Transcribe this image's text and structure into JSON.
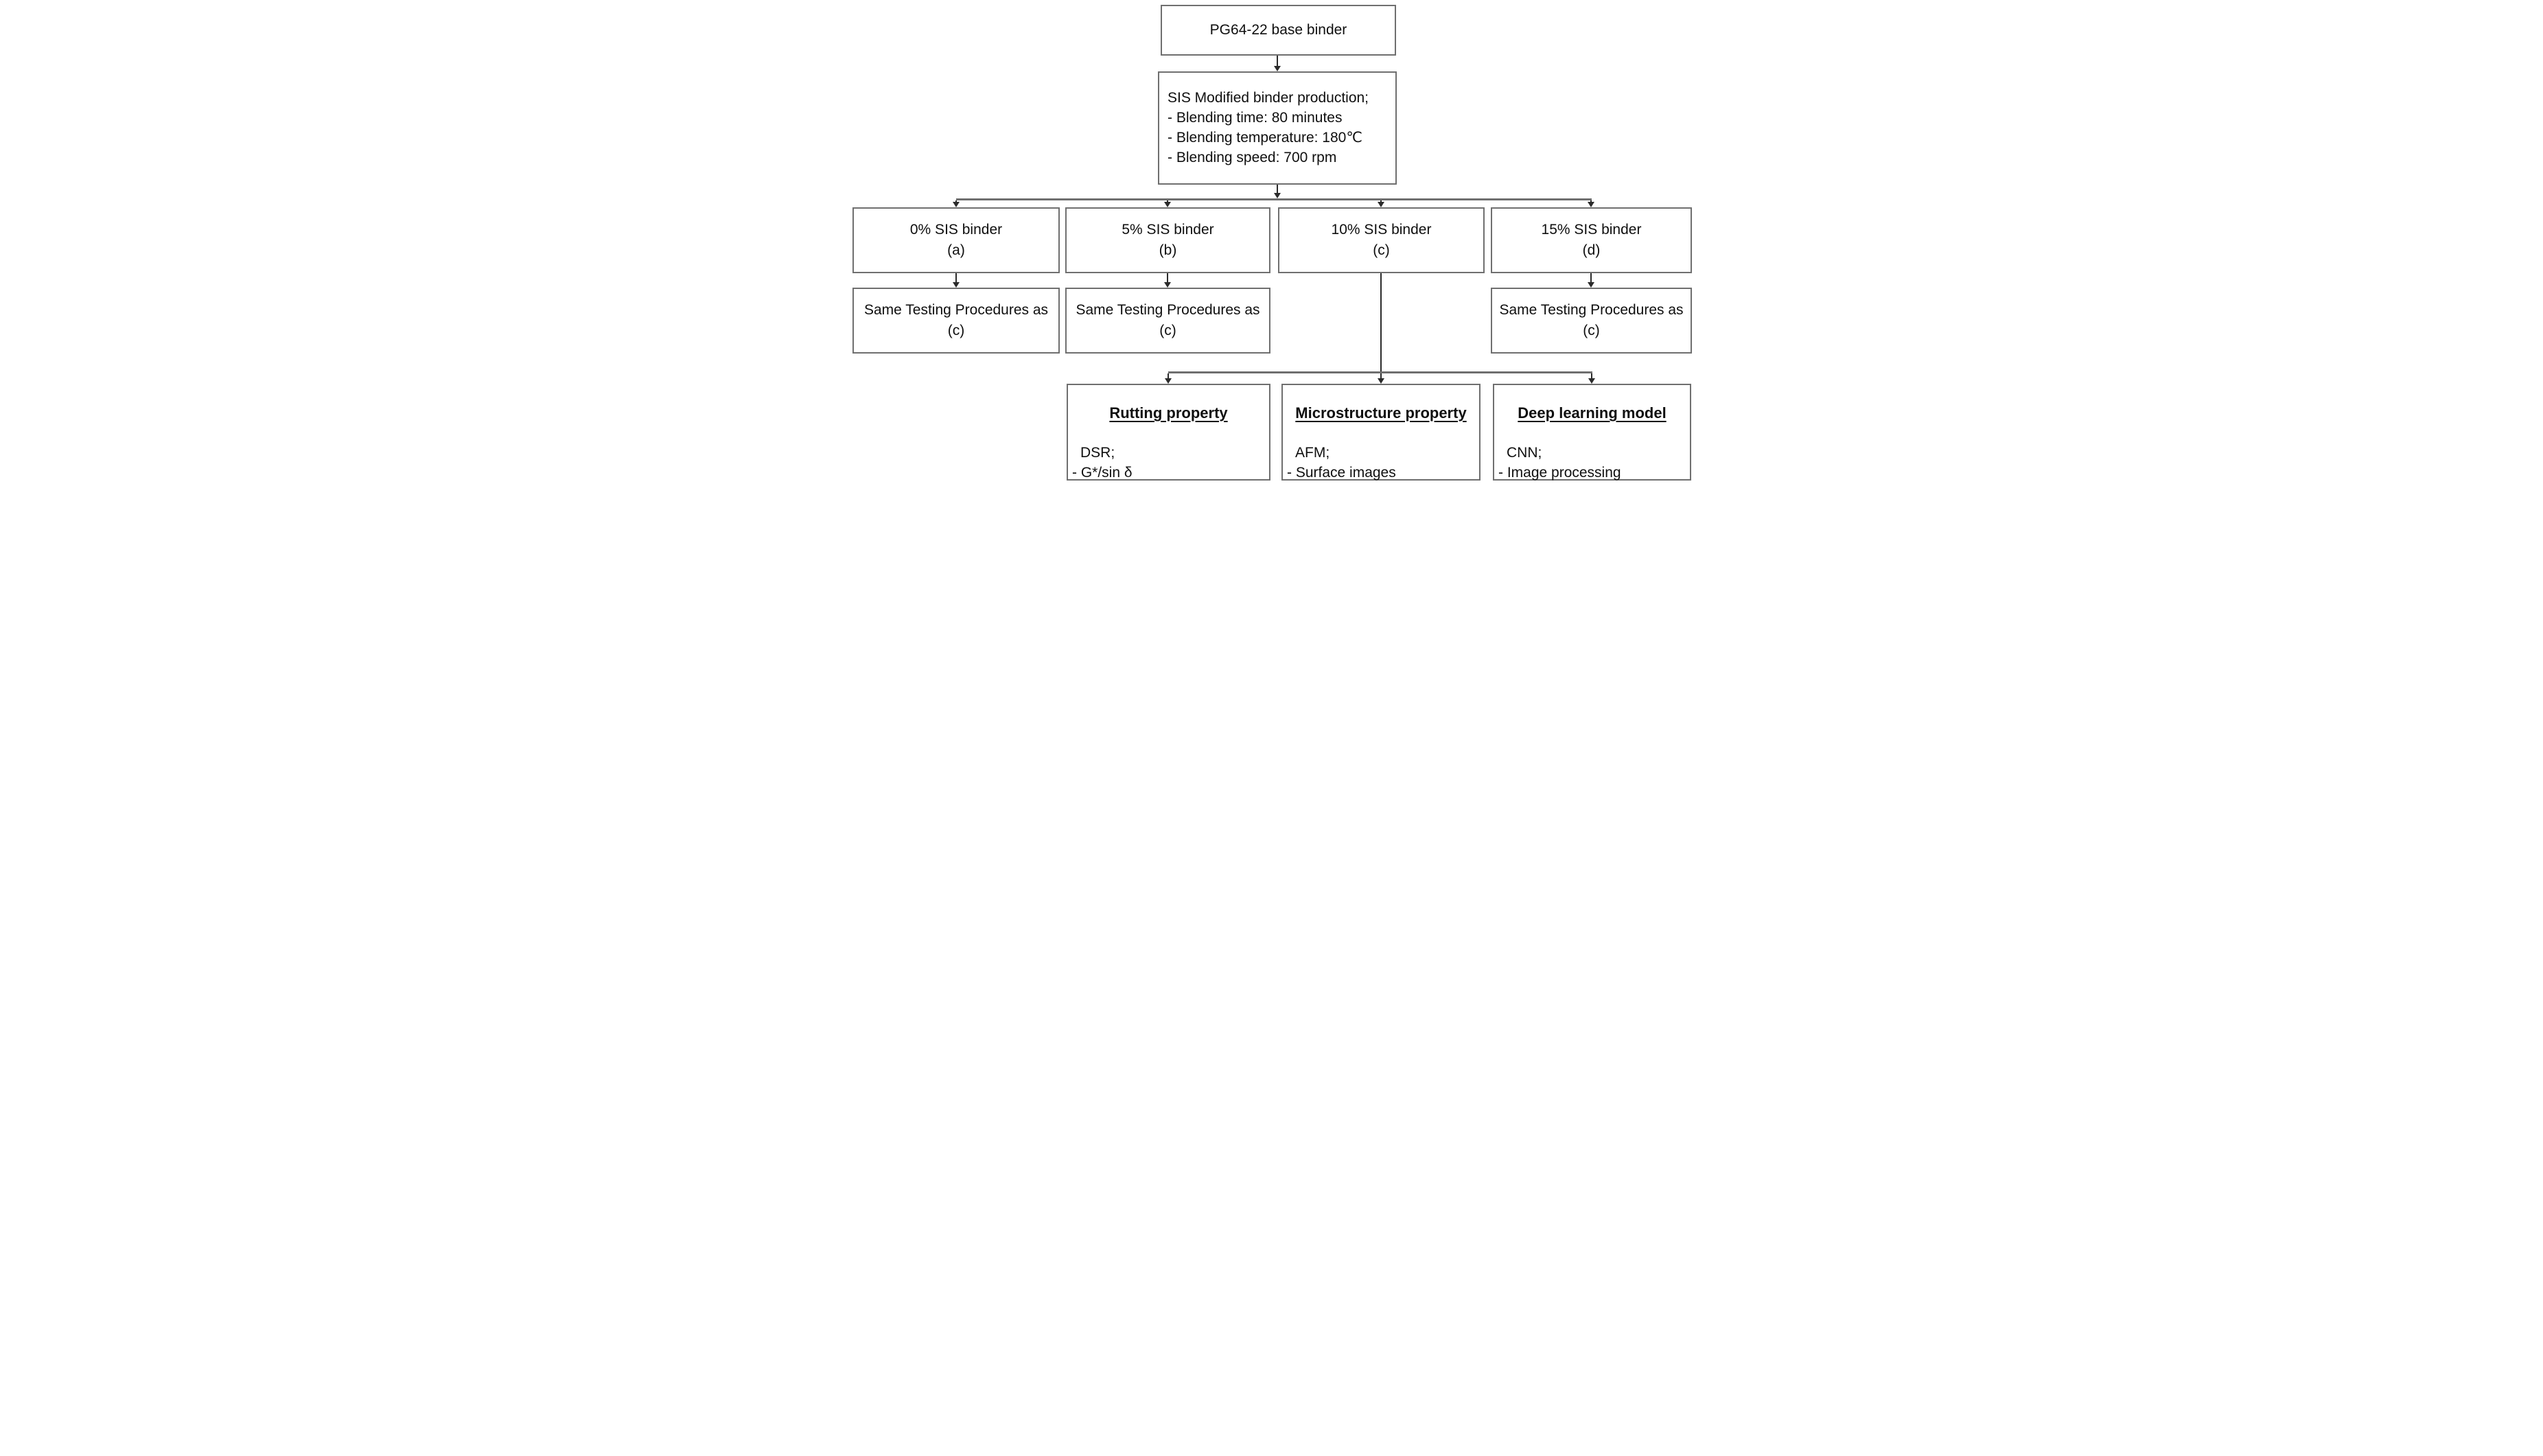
{
  "title_box": "PG64-22 base binder",
  "production_box": {
    "line1": "SIS Modified binder production;",
    "line2": "- Blending time: 80 minutes",
    "line3": "- Blending temperature: 180℃",
    "line4": "- Blending speed: 700 rpm"
  },
  "binders": [
    {
      "label": "0% SIS binder",
      "tag": "(a)"
    },
    {
      "label": "5% SIS binder",
      "tag": "(b)"
    },
    {
      "label": "10% SIS binder",
      "tag": "(c)"
    },
    {
      "label": "15% SIS binder",
      "tag": "(d)"
    }
  ],
  "same_testing": {
    "line1": "Same Testing Procedures as",
    "tag": "(c)"
  },
  "tests": [
    {
      "title": "Rutting property",
      "method": "DSR;",
      "detail": "- G*/sin δ"
    },
    {
      "title": "Microstructure property",
      "method": "AFM;",
      "detail": "- Surface images"
    },
    {
      "title": "Deep learning model",
      "method": "CNN;",
      "detail": "- Image processing"
    }
  ],
  "colors": {
    "background": "#ffffff",
    "box_border": "#6f6f6f",
    "connector_line": "#2b2b2b",
    "distribution_line": "#6f6f6f",
    "text": "#0f0f0f"
  }
}
